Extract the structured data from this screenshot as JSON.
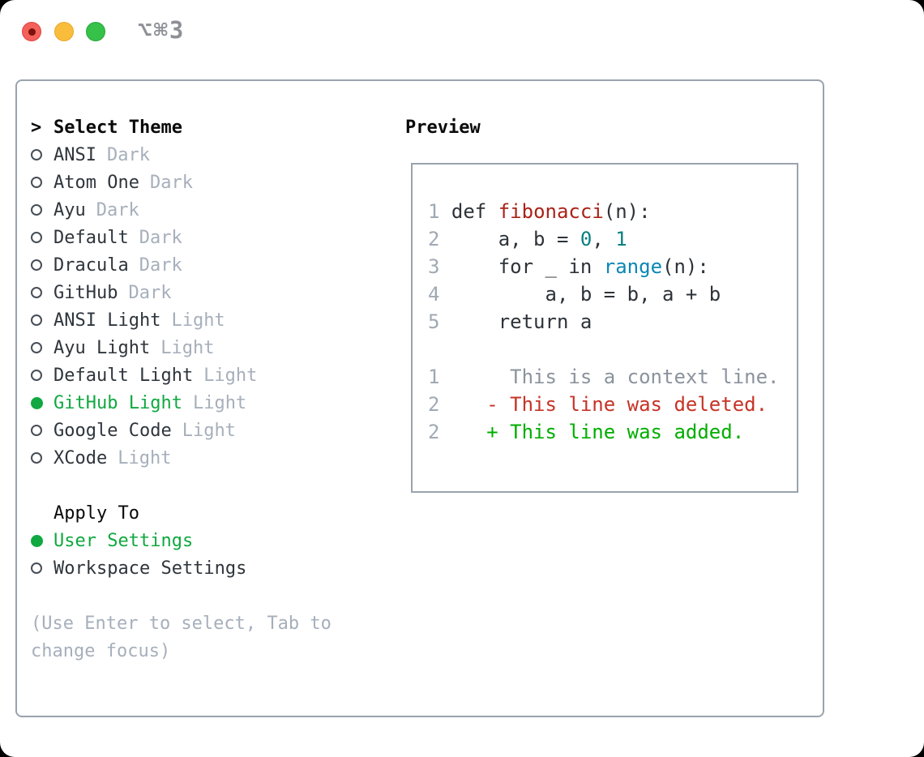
{
  "window": {
    "title": "⌥⌘3",
    "traffic_lights": [
      "close",
      "minimize",
      "maximize"
    ]
  },
  "theme_list": {
    "header_marker": ">",
    "header": "Select Theme",
    "items": [
      {
        "name": "ANSI",
        "badge": "Dark",
        "selected": false
      },
      {
        "name": "Atom One",
        "badge": "Dark",
        "selected": false
      },
      {
        "name": "Ayu",
        "badge": "Dark",
        "selected": false
      },
      {
        "name": "Default",
        "badge": "Dark",
        "selected": false
      },
      {
        "name": "Dracula",
        "badge": "Dark",
        "selected": false
      },
      {
        "name": "GitHub",
        "badge": "Dark",
        "selected": false
      },
      {
        "name": "ANSI Light",
        "badge": "Light",
        "selected": false
      },
      {
        "name": "Ayu Light",
        "badge": "Light",
        "selected": false
      },
      {
        "name": "Default Light",
        "badge": "Light",
        "selected": false
      },
      {
        "name": "GitHub Light",
        "badge": "Light",
        "selected": true
      },
      {
        "name": "Google Code",
        "badge": "Light",
        "selected": false
      },
      {
        "name": "XCode",
        "badge": "Light",
        "selected": false
      }
    ]
  },
  "apply_to": {
    "header": "Apply To",
    "options": [
      {
        "name": "User Settings",
        "selected": true
      },
      {
        "name": "Workspace Settings",
        "selected": false
      }
    ]
  },
  "hint_lines": [
    "(Use Enter to select, Tab to",
    "change focus)"
  ],
  "preview": {
    "header": "Preview",
    "code_lines": [
      {
        "num": "1",
        "tokens": [
          [
            "kw",
            "def"
          ],
          [
            "plain",
            " "
          ],
          [
            "title",
            "fibonacci"
          ],
          [
            "plain",
            "(n):"
          ]
        ]
      },
      {
        "num": "2",
        "tokens": [
          [
            "plain",
            "    a, b = "
          ],
          [
            "num",
            "0"
          ],
          [
            "plain",
            ", "
          ],
          [
            "num",
            "1"
          ]
        ]
      },
      {
        "num": "3",
        "tokens": [
          [
            "plain",
            "    "
          ],
          [
            "kw",
            "for"
          ],
          [
            "plain",
            " _ "
          ],
          [
            "kw",
            "in"
          ],
          [
            "plain",
            " "
          ],
          [
            "builtin",
            "range"
          ],
          [
            "plain",
            "(n):"
          ]
        ]
      },
      {
        "num": "4",
        "tokens": [
          [
            "plain",
            "        a, b = b, a + b"
          ]
        ]
      },
      {
        "num": "5",
        "tokens": [
          [
            "plain",
            "    "
          ],
          [
            "kw",
            "return"
          ],
          [
            "plain",
            " a"
          ]
        ]
      }
    ],
    "diff_lines": [
      {
        "num": "1",
        "kind": "context",
        "text": "     This is a context line."
      },
      {
        "num": "2",
        "kind": "deleted",
        "text": "   - This line was deleted."
      },
      {
        "num": "2",
        "kind": "added",
        "text": "   + This line was added."
      }
    ]
  },
  "colors": {
    "selection_green": "#10a840",
    "diff_added_green": "#00ad00",
    "diff_deleted_red": "#c63326",
    "diff_context_gray": "#8b939d",
    "muted_gray": "#a6afbb",
    "line_number_gray": "#9fa9b4",
    "panel_border_gray": "#9aa3ae",
    "code_title_red": "#aa2218",
    "code_number_teal": "#0a8080",
    "code_builtin_blue": "#0a87b5",
    "text_dark": "#2e353c",
    "traffic_red": "#f4605a",
    "traffic_yellow": "#f9bd3b",
    "traffic_green": "#36c149"
  }
}
